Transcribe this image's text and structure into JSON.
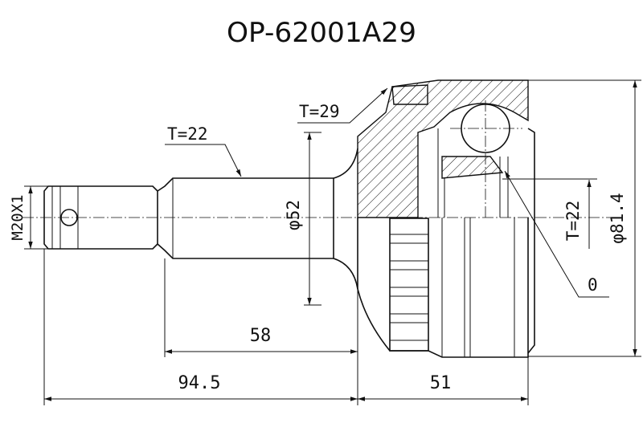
{
  "title": "OP-62001A29",
  "labels": {
    "outer_spline": "T=29",
    "shaft_spline": "T=22",
    "thread": "M20X1",
    "shaft_diameter": "φ52",
    "inner_spline": "T=22",
    "outer_diameter": "φ81.4",
    "abs_teeth": "0"
  },
  "dimensions": {
    "shaft_length": "58",
    "stub_length": "94.5",
    "bell_length": "51"
  }
}
